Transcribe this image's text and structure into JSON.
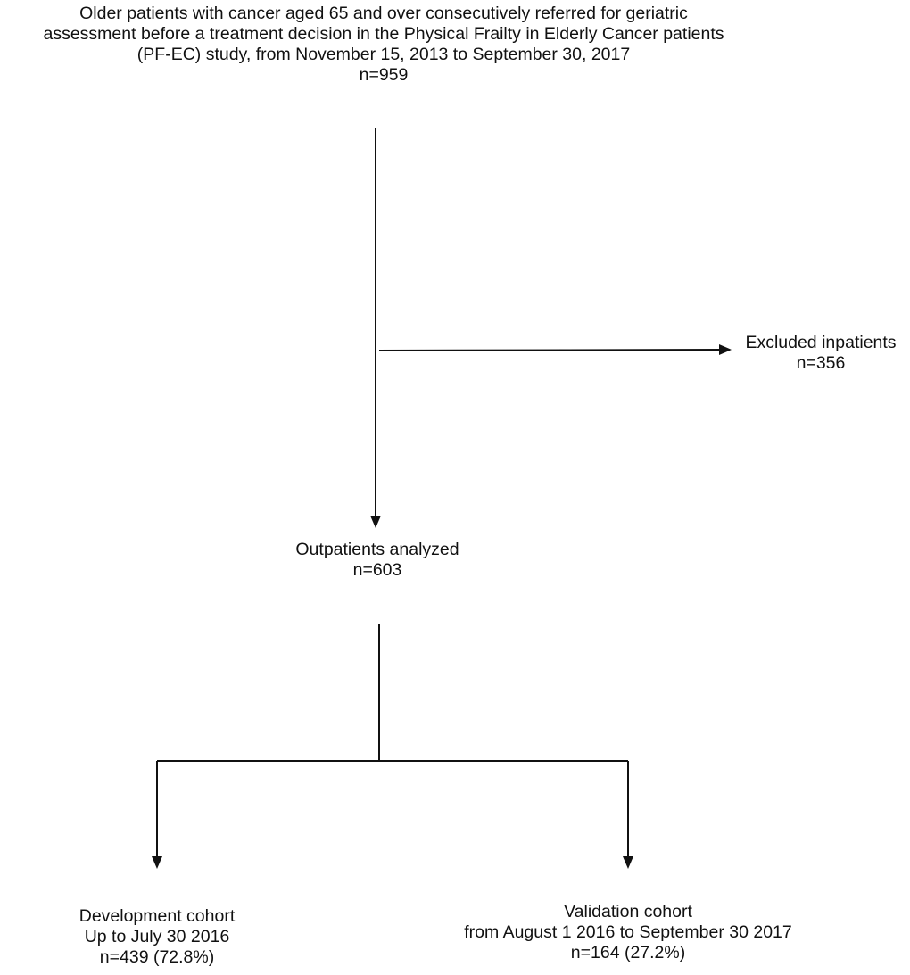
{
  "diagram": {
    "source": {
      "lines": [
        "Older patients with cancer aged 65 and over consecutively referred for geriatric",
        "assessment before a treatment decision in the Physical Frailty in Elderly Cancer patients",
        "(PF-EC) study, from November 15, 2013 to September 30, 2017",
        "n=959"
      ]
    },
    "excluded": {
      "lines": [
        "Excluded inpatients",
        "n=356"
      ]
    },
    "analyzed": {
      "lines": [
        "Outpatients analyzed",
        "n=603"
      ]
    },
    "development": {
      "lines": [
        "Development cohort",
        "Up to July 30 2016",
        "n=439 (72.8%)"
      ]
    },
    "validation": {
      "lines": [
        "Validation cohort",
        "from August 1 2016 to September 30 2017",
        "n=164 (27.2%)"
      ]
    },
    "line_color": "#111111"
  }
}
